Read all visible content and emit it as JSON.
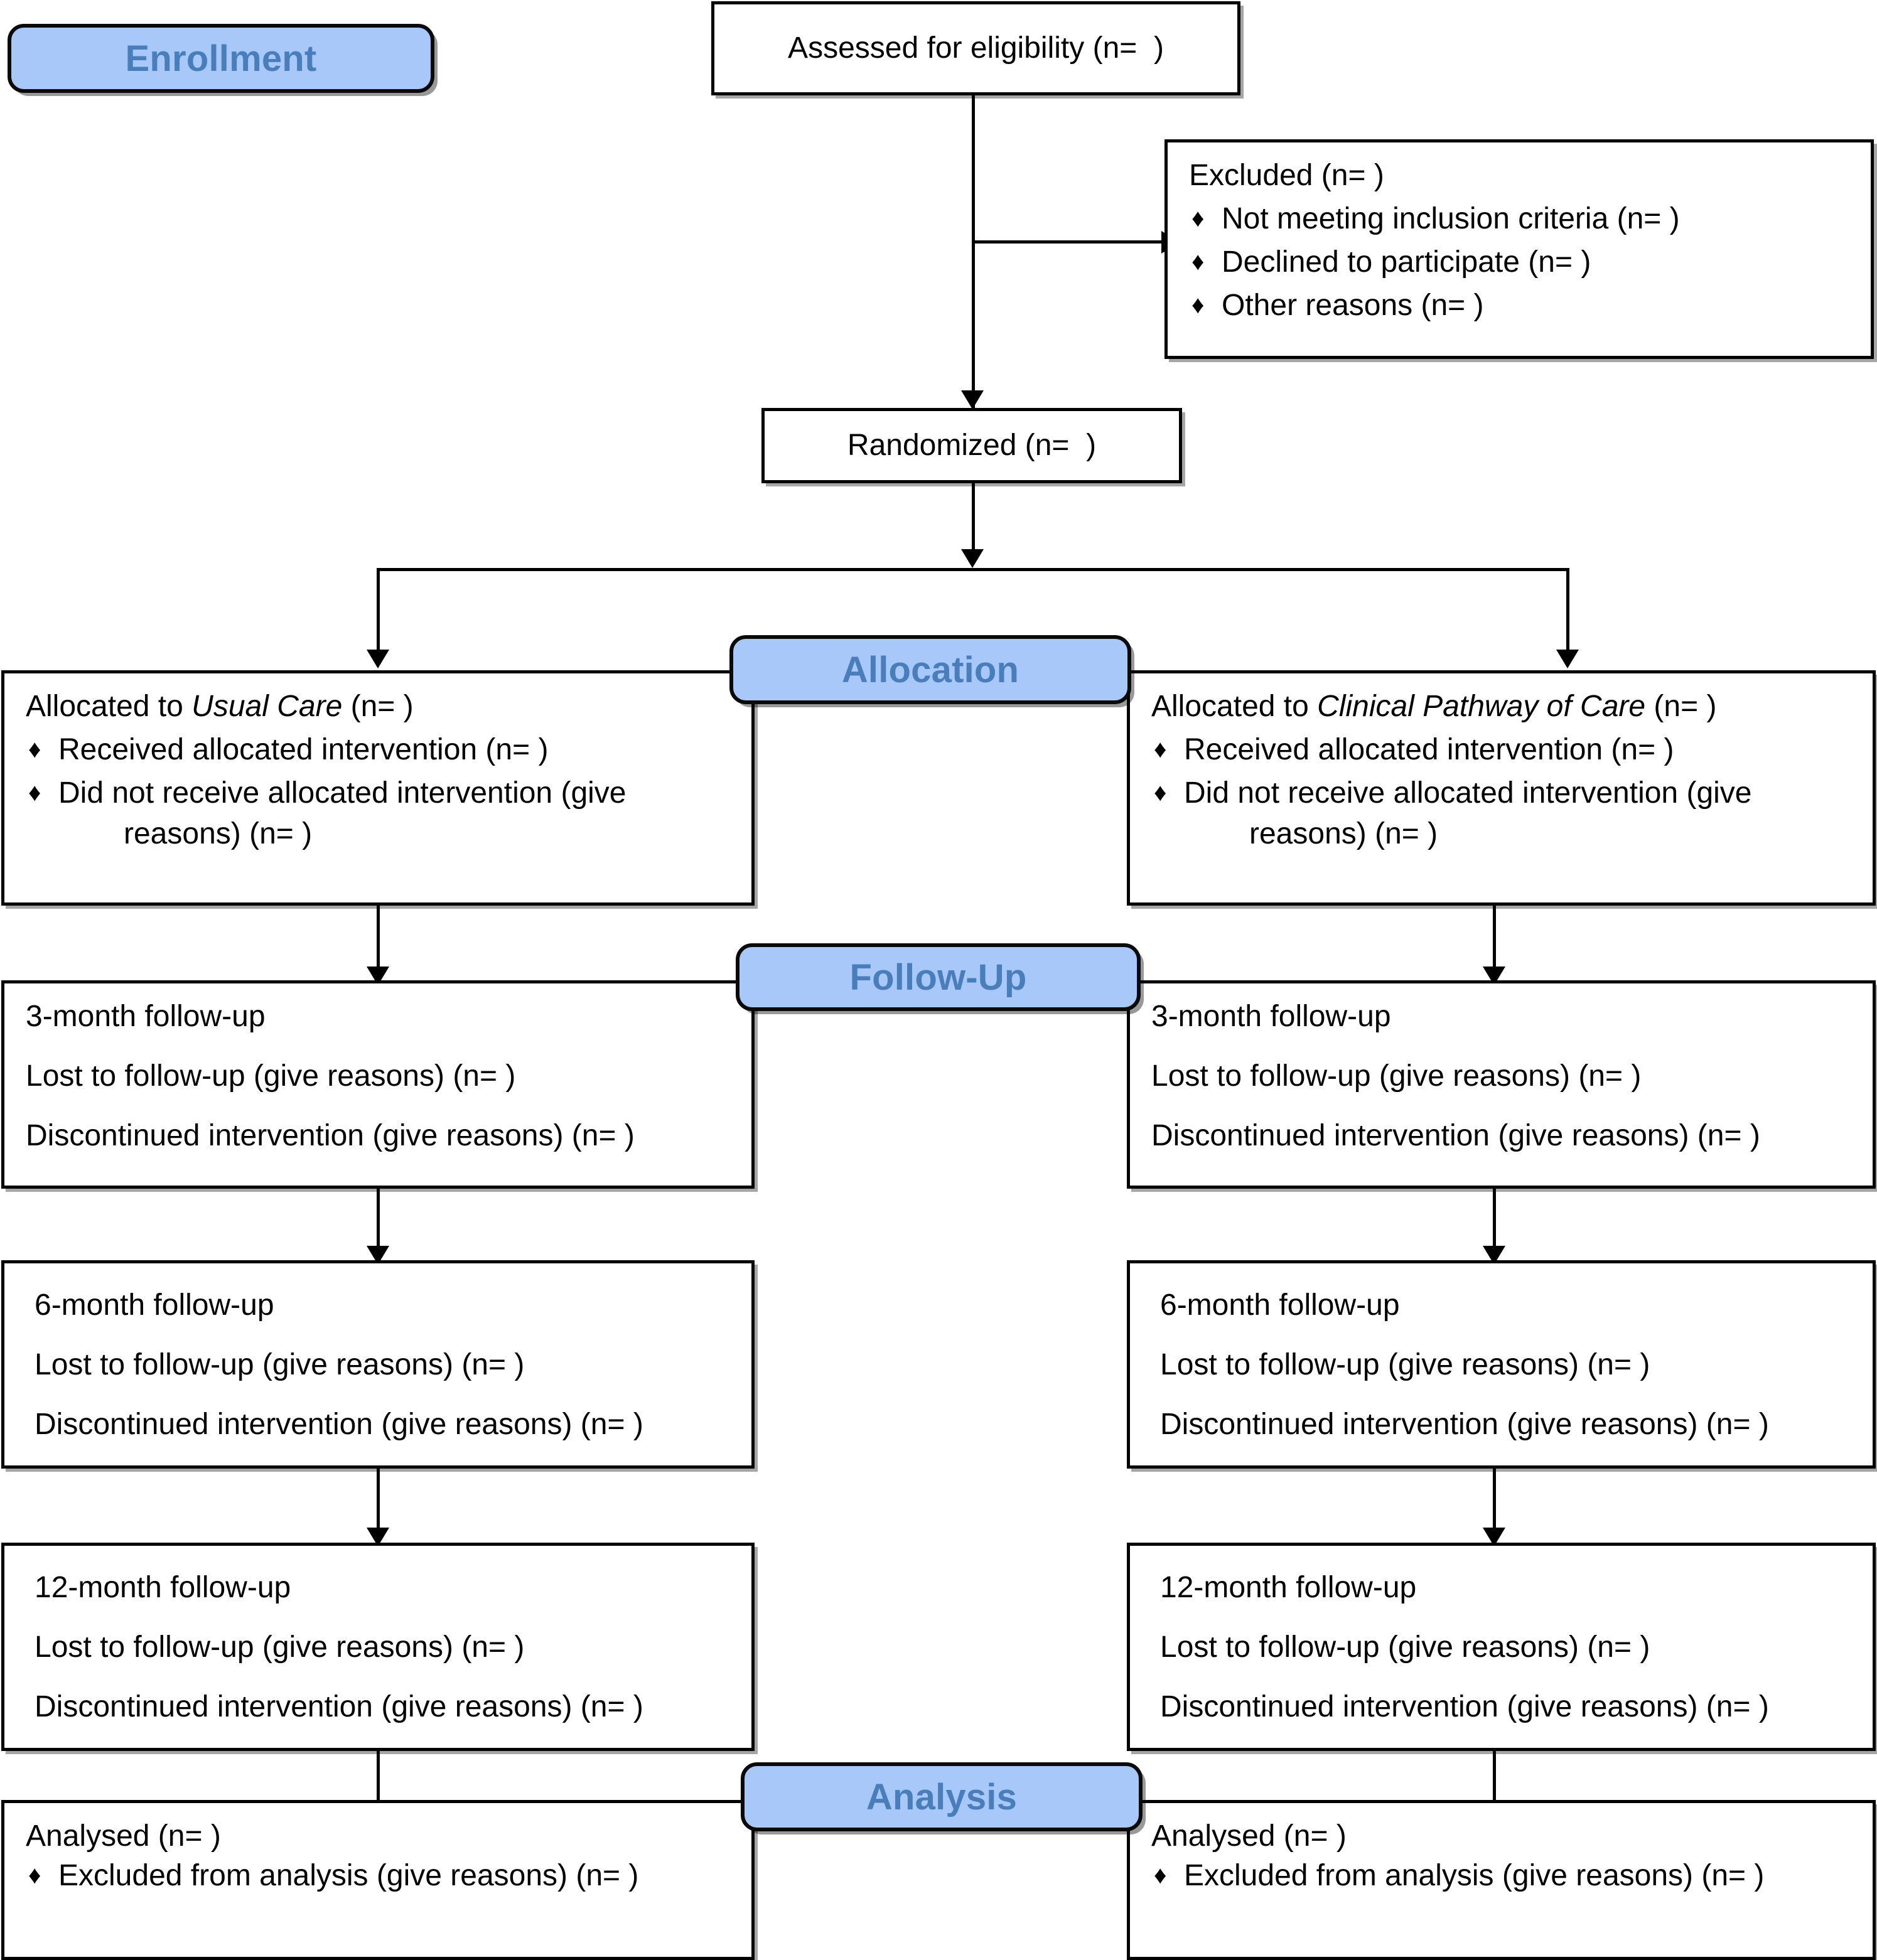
{
  "diagram": {
    "title": "CONSORT participant flow diagram",
    "accent_blue_fill": "#A8C8FA",
    "accent_blue_text": "#4A7EBB",
    "line_color": "#000000"
  },
  "stages": {
    "enrollment": "Enrollment",
    "allocation": "Allocation",
    "followup": "Follow-Up",
    "analysis": "Analysis"
  },
  "enrollment": {
    "assessed": "Assessed for eligibility (n=  )",
    "excluded_title": "Excluded  (n=  )",
    "excluded_reasons": [
      "Not meeting inclusion criteria (n=  )",
      "Declined to participate (n=  )",
      "Other reasons (n=  )"
    ],
    "randomized": "Randomized (n=  )"
  },
  "allocation": {
    "left": {
      "title_prefix": "Allocated to ",
      "title_arm": "Usual Care",
      "title_suffix": " (n=  )",
      "items": [
        "Received allocated intervention (n=  )",
        "Did not receive allocated intervention (give"
      ],
      "wrap_tail": "reasons) (n=  )"
    },
    "right": {
      "title_prefix": "Allocated to ",
      "title_arm": "Clinical Pathway of Care",
      "title_suffix": " (n=  )",
      "items": [
        "Received allocated intervention (n=  )",
        "Did not receive allocated intervention (give"
      ],
      "wrap_tail": "reasons) (n=  )"
    }
  },
  "followup": {
    "m3": {
      "heading": "3-month follow-up",
      "lost": "Lost to follow-up (give reasons) (n=  )",
      "discontinued": "Discontinued intervention (give reasons) (n=  )"
    },
    "m6": {
      "heading": "6-month follow-up",
      "lost": "Lost to follow-up (give reasons) (n=  )",
      "discontinued": "Discontinued intervention (give reasons) (n=  )"
    },
    "m12": {
      "heading": "12-month follow-up",
      "lost": "Lost to follow-up (give reasons) (n=  )",
      "discontinued": "Discontinued intervention (give reasons) (n=  )"
    }
  },
  "analysis": {
    "left": {
      "analysed": "Analysed  (n=  )",
      "excluded": "Excluded from analysis (give reasons) (n=  )"
    },
    "right": {
      "analysed": "Analysed  (n=  )",
      "excluded": "Excluded from analysis (give reasons) (n=  )"
    }
  },
  "icons": {
    "bullet": "♦"
  }
}
